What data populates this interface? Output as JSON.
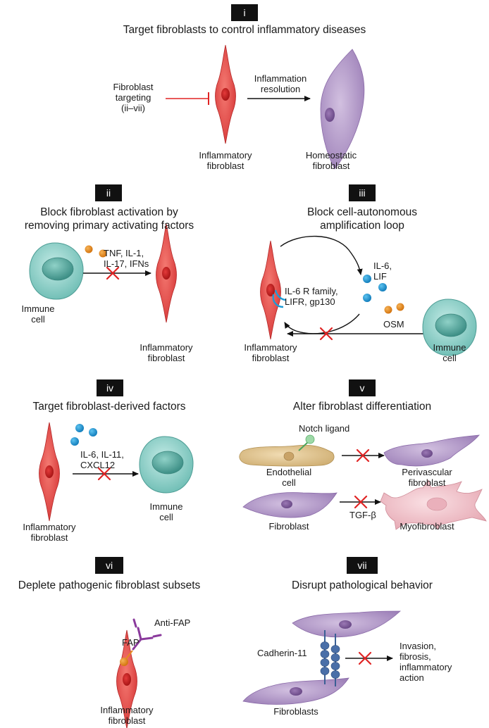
{
  "panels": {
    "i": {
      "badge": "i",
      "title": "Target fibroblasts to control inflammatory diseases",
      "targeting_label": [
        "Fibroblast",
        "targeting",
        "(ii–vii)"
      ],
      "resolution_label": [
        "Inflammation",
        "resolution"
      ],
      "inflammatory_label": [
        "Inflammatory",
        "fibroblast"
      ],
      "homeostatic_label": [
        "Homeostatic",
        "fibroblast"
      ]
    },
    "ii": {
      "badge": "ii",
      "title": [
        "Block fibroblast activation by",
        "removing primary activating factors"
      ],
      "factors_label": [
        "TNF, IL-1,",
        "IL-17, IFNs"
      ],
      "immune_label": [
        "Immune",
        "cell"
      ],
      "inflammatory_label": [
        "Inflammatory",
        "fibroblast"
      ]
    },
    "iii": {
      "badge": "iii",
      "title": [
        "Block cell-autonomous",
        "amplification loop"
      ],
      "cytokine_label": [
        "IL-6,",
        "LIF"
      ],
      "receptor_label": [
        "IL-6 R family,",
        "LIFR, gp130"
      ],
      "osm_label": "OSM",
      "inflammatory_label": [
        "Inflammatory",
        "fibroblast"
      ],
      "immune_label": [
        "Immune",
        "cell"
      ]
    },
    "iv": {
      "badge": "iv",
      "title": "Target fibroblast-derived factors",
      "factors_label": [
        "IL-6, IL-11,",
        "CXCL12"
      ],
      "immune_label": [
        "Immune",
        "cell"
      ],
      "inflammatory_label": [
        "Inflammatory",
        "fibroblast"
      ]
    },
    "v": {
      "badge": "v",
      "title": "Alter fibroblast differentiation",
      "notch_label": "Notch ligand",
      "endothelial_label": [
        "Endothelial",
        "cell"
      ],
      "perivascular_label": [
        "Perivascular",
        "fibroblast"
      ],
      "fibroblast_label": "Fibroblast",
      "tgf_label": "TGF-β",
      "myofibroblast_label": "Myofibroblast"
    },
    "vi": {
      "badge": "vi",
      "title": "Deplete pathogenic fibroblast subsets",
      "antifap_label": "Anti-FAP",
      "fap_label": "FAP",
      "inflammatory_label": [
        "Inflammatory",
        "fibroblast"
      ]
    },
    "vii": {
      "badge": "vii",
      "title": "Disrupt pathological behavior",
      "cadherin_label": "Cadherin-11",
      "outcome_label": [
        "Invasion,",
        "fibrosis,",
        "inflammatory",
        "action"
      ],
      "fibroblasts_label": "Fibroblasts"
    }
  },
  "colors": {
    "inflammatory_fibroblast": "#e8504e",
    "homeostatic_fibroblast": "#b59acb",
    "immune_cell": "#8fd0c8",
    "endothelial_cell": "#e0c48f",
    "myofibroblast": "#f2c7cd",
    "cytokine_orange": "#e68a1e",
    "cytokine_blue": "#1d9bd6",
    "inhibition_red": "#e02424",
    "cadherin_blue": "#3a5f94",
    "antibody_purple": "#8a3a9c",
    "notch_green": "#7fc48c"
  }
}
